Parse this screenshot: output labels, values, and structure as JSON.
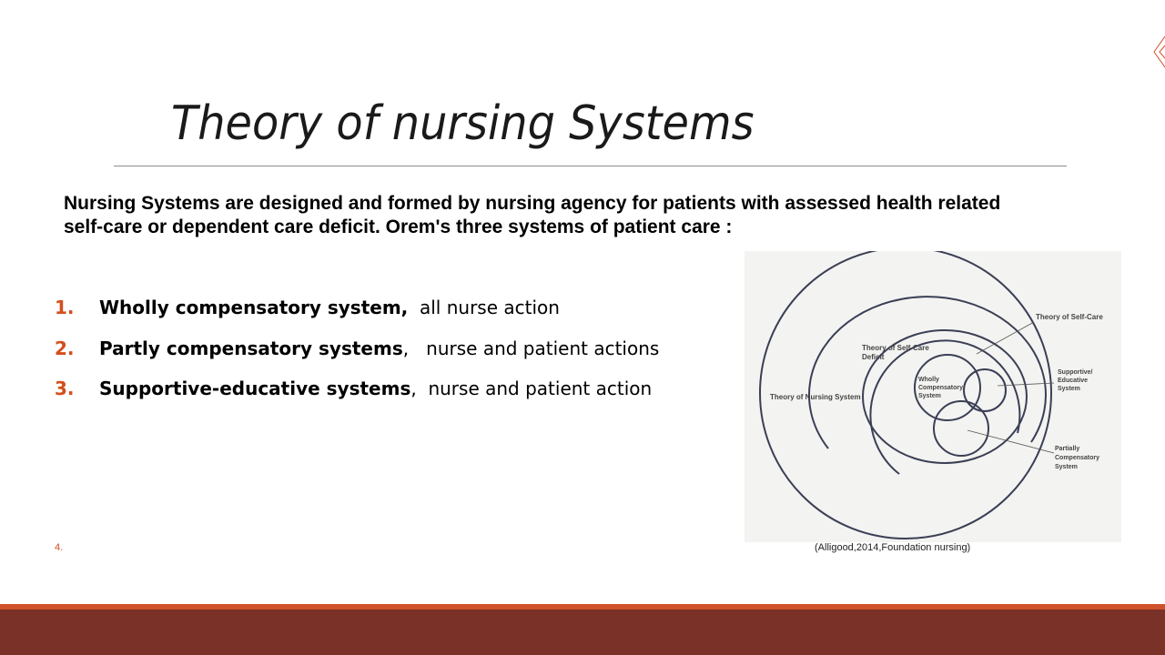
{
  "slide": {
    "title": "Theory of  nursing Systems",
    "intro_line1": "Nursing Systems  are designed and formed by  nursing agency for patients with assessed health related",
    "intro_line2": "self-care or dependent care deficit. Orem's  three systems of patient care :",
    "list": [
      {
        "num": "1.",
        "bold": "Wholly compensatory system,",
        "rest": "  all nurse action"
      },
      {
        "num": "2.",
        "bold": "Partly compensatory systems",
        "rest": ",   nurse and patient actions"
      },
      {
        "num": "3.",
        "bold": "Supportive-educative systems",
        "rest": ",  nurse and patient action"
      }
    ],
    "slide_number": "4.",
    "citation": "(Alligood,2014,Foundation nursing)"
  },
  "figure": {
    "labels": {
      "theory_self_care": "Theory of Self-Care",
      "theory_self_care_deficit_1": "Theory of Self-Care",
      "theory_self_care_deficit_2": "Deficit",
      "theory_nursing_system": "Theory of Nursing System",
      "wholly_1": "Wholly",
      "wholly_2": "Compensatory",
      "wholly_3": "System",
      "supportive_1": "Supportive/",
      "supportive_2": "Educative",
      "supportive_3": "System",
      "partly_1": "Partially",
      "partly_2": "Compensatory",
      "partly_3": "System"
    }
  },
  "colors": {
    "accent": "#d24f1d",
    "footer": "#7a3128",
    "footer_accent": "#d0522a"
  }
}
